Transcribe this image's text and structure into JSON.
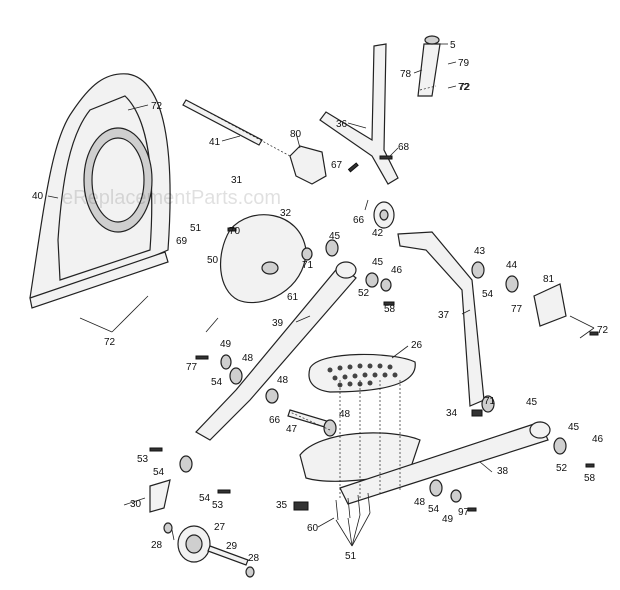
{
  "watermark": "eReplacementParts.com",
  "callouts": [
    "72",
    "41",
    "80",
    "36",
    "5",
    "79",
    "78",
    "72",
    "40",
    "72",
    "31",
    "68",
    "67",
    "32",
    "66",
    "42",
    "69",
    "51",
    "70",
    "50",
    "71",
    "45",
    "61",
    "43",
    "44",
    "45",
    "46",
    "52",
    "54",
    "77",
    "81",
    "72",
    "58",
    "72",
    "37",
    "39",
    "26",
    "49",
    "48",
    "77",
    "54",
    "48",
    "66",
    "47",
    "48",
    "34",
    "71",
    "45",
    "45",
    "46",
    "52",
    "58",
    "53",
    "54",
    "38",
    "30",
    "54",
    "53",
    "35",
    "48",
    "54",
    "49",
    "97",
    "60",
    "27",
    "28",
    "29",
    "28",
    "51"
  ]
}
